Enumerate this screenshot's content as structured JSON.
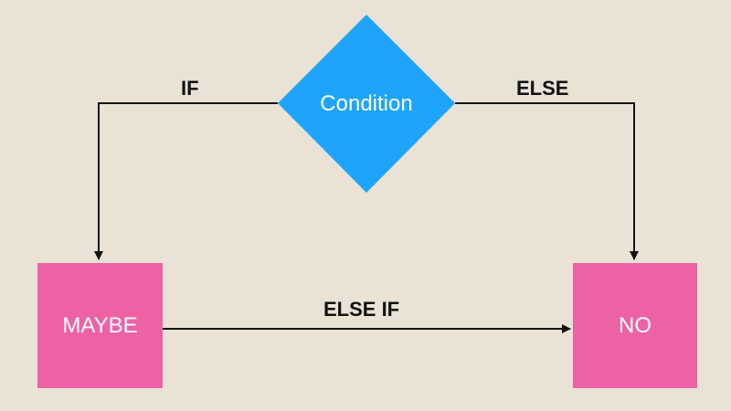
{
  "diagram": {
    "nodes": {
      "condition": {
        "label": "Condition",
        "shape": "diamond",
        "color": "#1EA5FB"
      },
      "maybe": {
        "label": "MAYBE",
        "shape": "rectangle",
        "color": "#EC62A5"
      },
      "no": {
        "label": "NO",
        "shape": "rectangle",
        "color": "#EC62A5"
      }
    },
    "edges": [
      {
        "from": "condition",
        "to": "maybe",
        "label": "IF"
      },
      {
        "from": "condition",
        "to": "no",
        "label": "ELSE"
      },
      {
        "from": "maybe",
        "to": "no",
        "label": "ELSE IF"
      }
    ],
    "line_color": "#111111",
    "background": "#EAE3D5"
  }
}
